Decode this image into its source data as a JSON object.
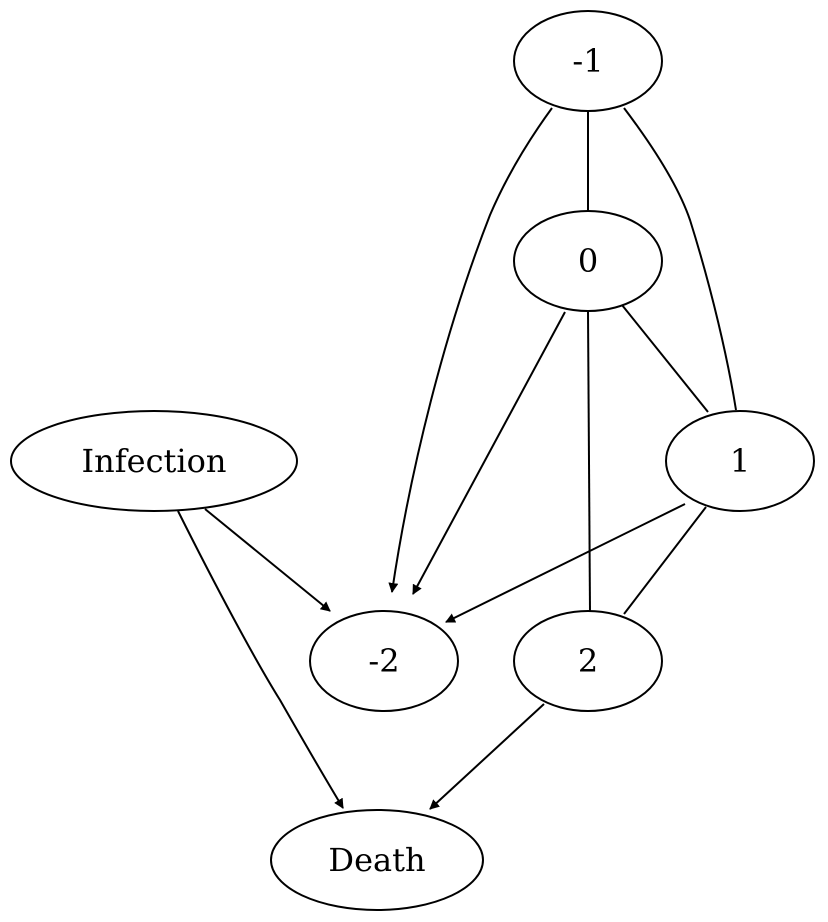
{
  "nodes": {
    "m1": "-1",
    "zero": "0",
    "one": "1",
    "two": "2",
    "m2": "-2",
    "infection": "Infection",
    "death": "Death"
  },
  "edges": [
    {
      "from": "-1",
      "to": "0",
      "directed": false
    },
    {
      "from": "-1",
      "to": "1",
      "directed": false
    },
    {
      "from": "-1",
      "to": "-2",
      "directed": true
    },
    {
      "from": "0",
      "to": "1",
      "directed": false
    },
    {
      "from": "0",
      "to": "2",
      "directed": false
    },
    {
      "from": "0",
      "to": "-2",
      "directed": true
    },
    {
      "from": "1",
      "to": "2",
      "directed": false
    },
    {
      "from": "1",
      "to": "-2",
      "directed": true
    },
    {
      "from": "Infection",
      "to": "-2",
      "directed": true
    },
    {
      "from": "Infection",
      "to": "Death",
      "directed": true
    },
    {
      "from": "2",
      "to": "Death",
      "directed": true
    }
  ],
  "colors": {
    "stroke": "#000000",
    "fill": "#ffffff",
    "background": "#ffffff"
  }
}
